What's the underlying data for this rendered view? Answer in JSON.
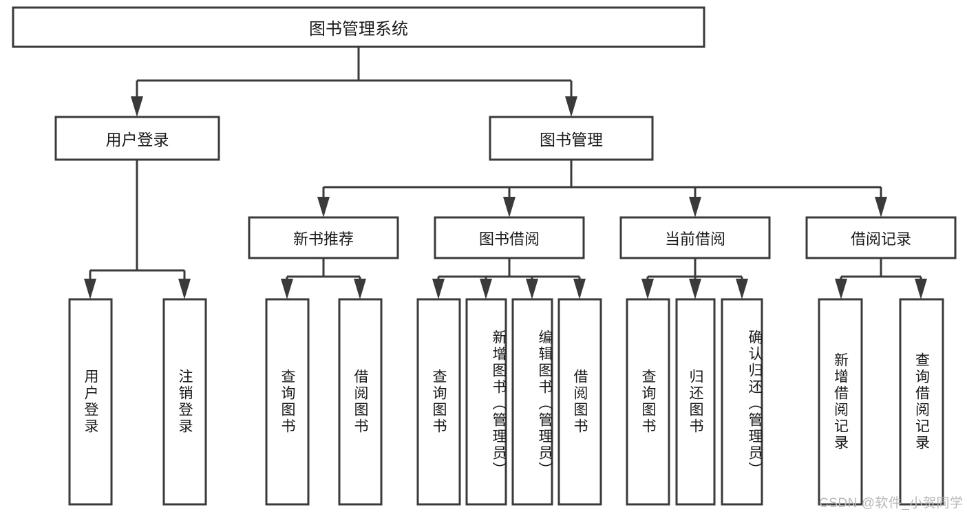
{
  "diagram": {
    "type": "hierarchy-tree",
    "title_node": "图书管理系统",
    "watermark": "CSDN @软件_小贺同学",
    "colors": {
      "stroke": "#3a3a3a",
      "box_fill": "#ffffff",
      "text": "#1a1a1a",
      "watermark": "#b8b8b8",
      "background": "#ffffff"
    },
    "levels": {
      "level0": [
        {
          "id": "root",
          "label": "图书管理系统"
        }
      ],
      "level1": [
        {
          "id": "user-login",
          "label": "用户登录",
          "parent": "root"
        },
        {
          "id": "book-manage",
          "label": "图书管理",
          "parent": "root"
        }
      ],
      "level2": [
        {
          "id": "new-book-rec",
          "label": "新书推荐",
          "parent": "book-manage"
        },
        {
          "id": "book-borrow",
          "label": "图书借阅",
          "parent": "book-manage"
        },
        {
          "id": "current-borrow",
          "label": "当前借阅",
          "parent": "book-manage"
        },
        {
          "id": "borrow-record",
          "label": "借阅记录",
          "parent": "book-manage"
        }
      ],
      "level3": [
        {
          "id": "leaf-user-login",
          "label": "用户登录",
          "parent": "user-login"
        },
        {
          "id": "leaf-logout",
          "label": "注销登录",
          "parent": "user-login"
        },
        {
          "id": "leaf-query-book-1",
          "label": "查询图书",
          "parent": "new-book-rec"
        },
        {
          "id": "leaf-borrow-book-1",
          "label": "借阅图书",
          "parent": "new-book-rec"
        },
        {
          "id": "leaf-query-book-2",
          "label": "查询图书",
          "parent": "book-borrow"
        },
        {
          "id": "leaf-add-book",
          "label": "新增图书（管理员）",
          "parent": "book-borrow"
        },
        {
          "id": "leaf-edit-book",
          "label": "编辑图书（管理员）",
          "parent": "book-borrow"
        },
        {
          "id": "leaf-borrow-book-2",
          "label": "借阅图书",
          "parent": "book-borrow"
        },
        {
          "id": "leaf-query-book-3",
          "label": "查询图书",
          "parent": "current-borrow"
        },
        {
          "id": "leaf-return-book",
          "label": "归还图书",
          "parent": "current-borrow"
        },
        {
          "id": "leaf-confirm-return",
          "label": "确认归还（管理员）",
          "parent": "current-borrow"
        },
        {
          "id": "leaf-add-record",
          "label": "新增借阅记录",
          "parent": "borrow-record"
        },
        {
          "id": "leaf-query-record",
          "label": "查询借阅记录",
          "parent": "borrow-record"
        }
      ]
    }
  }
}
